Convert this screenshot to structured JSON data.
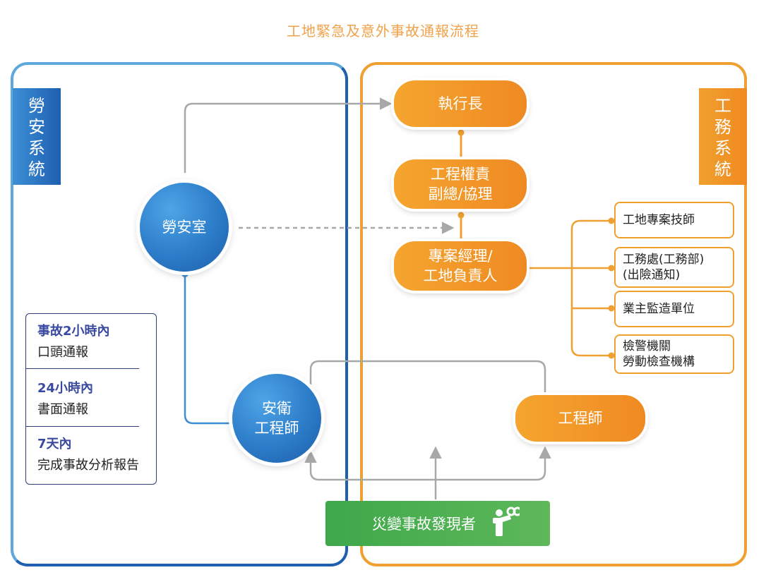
{
  "title": "工地緊急及意外事故通報流程",
  "left_system": {
    "chars": [
      "勞",
      "安",
      "系",
      "統"
    ]
  },
  "right_system": {
    "chars": [
      "工",
      "務",
      "系",
      "統"
    ]
  },
  "nodes": {
    "ceo": [
      "執行長"
    ],
    "vp": [
      "工程權責",
      "副總/協理"
    ],
    "pm": [
      "專案經理/",
      "工地負責人"
    ],
    "safety_office": [
      "勞安室"
    ],
    "safety_engineer": [
      "安衛",
      "工程師"
    ],
    "engineer": [
      "工程師"
    ],
    "reporter": "災變事故發現者"
  },
  "side_boxes": [
    [
      "工地專案技師"
    ],
    [
      "工務處(工務部)",
      "(出險通知)"
    ],
    [
      "業主監造單位"
    ],
    [
      "檢警機關",
      "勞動檢查機構"
    ]
  ],
  "timeline": [
    {
      "head": "事故2小時內",
      "body": "口頭通報"
    },
    {
      "head": "24小時內",
      "body": "書面通報"
    },
    {
      "head": "7天內",
      "body": "完成事故分析報告"
    }
  ],
  "colors": {
    "blue": "#2c7cc9",
    "orange": "#f0a030",
    "green": "#4caf50",
    "gray": "#a8a8a8",
    "title": "#f0a24a"
  }
}
